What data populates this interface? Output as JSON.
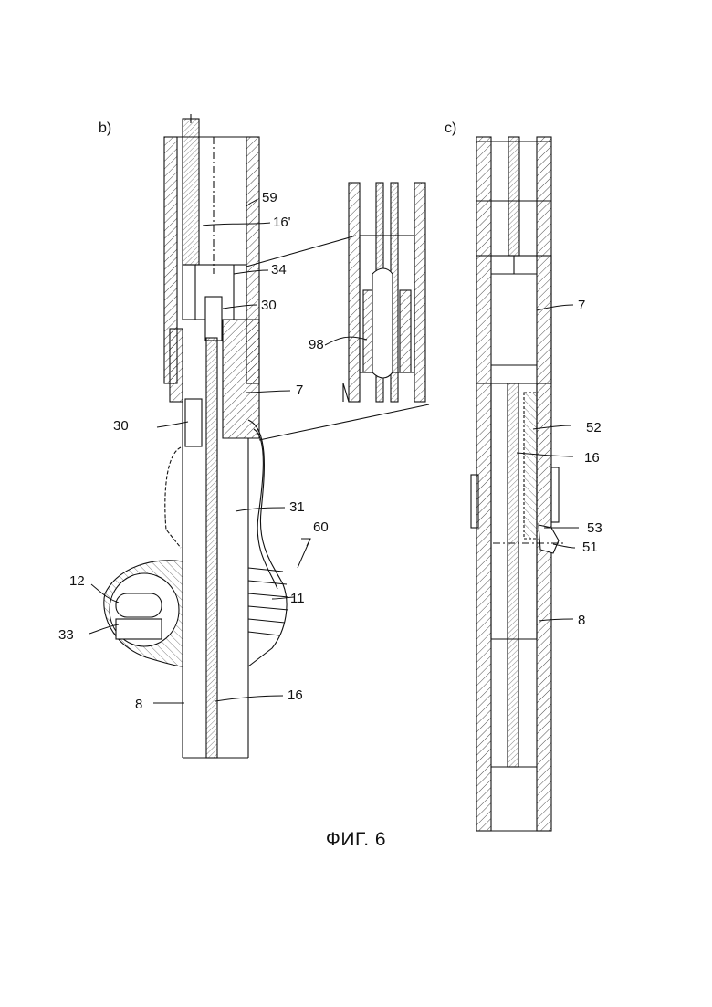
{
  "figure": {
    "caption": "ФИГ. 6",
    "panels": {
      "b": {
        "label": "b)"
      },
      "c": {
        "label": "c)"
      }
    },
    "reference_numerals": {
      "n59": "59",
      "n16p": "16'",
      "n34": "34",
      "n30a": "30",
      "n30b": "30",
      "n7b": "7",
      "n31": "31",
      "n60": "60",
      "n12": "12",
      "n33": "33",
      "n11": "11",
      "n8b": "8",
      "n16b": "16",
      "n98": "98",
      "n7c": "7",
      "n52": "52",
      "n16c": "16",
      "n53": "53",
      "n51": "51",
      "n8c": "8"
    }
  }
}
